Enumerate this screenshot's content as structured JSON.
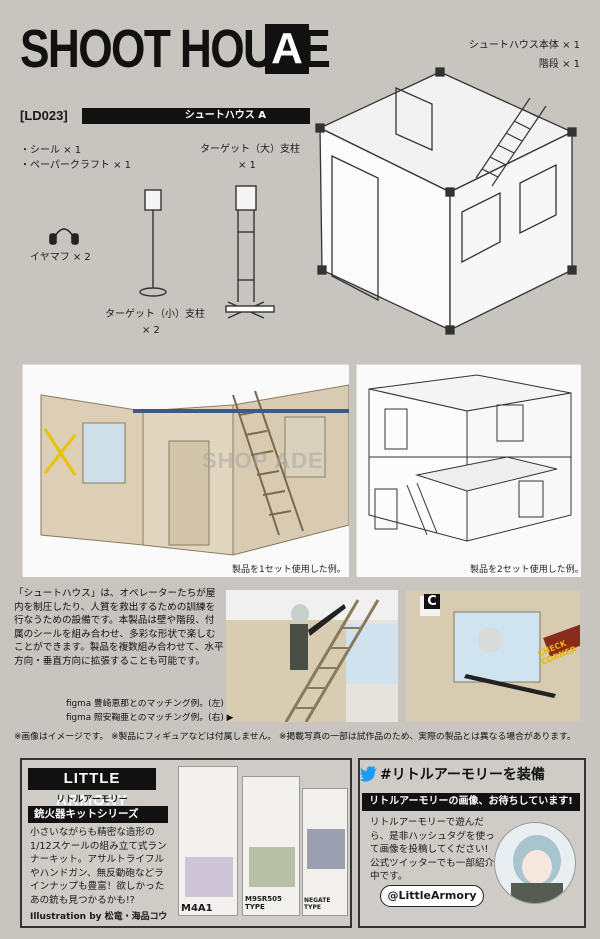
{
  "header": {
    "title": "SHOOT HOUSE",
    "title_letter": "A",
    "code": "[LD023]",
    "subtitle": "シュートハウス A"
  },
  "contents": {
    "body_line1": "シュートハウス本体 × 1",
    "body_line2": "階段 × 1",
    "seal": "・シール × 1",
    "paper": "・ペーパークラフト × 1",
    "target_large_line1": "ターゲット（大）支柱",
    "target_large_line2": "× 1",
    "earmuff": "イヤマフ × 2",
    "target_small_line1": "ターゲット（小）支柱",
    "target_small_line2": "× 2"
  },
  "examples": {
    "one_set": "製品を1セット使用した例。",
    "two_sets": "製品を2セット使用した例。"
  },
  "description": "「シュートハウス」は、オペレーターたちが屋内を制圧したり、人質を救出するための訓練を行なうための設備です。本製品は壁や階段、付属のシールを組み合わせ、多彩な形状で楽しむことができます。製品を複数組み合わせて、水平方向・垂直方向に拡張することも可能です。",
  "figma": {
    "left": "figma 豊崎恵那とのマッチング例。(左)",
    "right": "figma 照安鞠亜とのマッチング例。(右) ▶"
  },
  "notes": {
    "n1": "※画像はイメージです。 ※製品にフィギュアなどは付属しません。 ※掲載写真の一部は試作品のため、実際の製品とは異なる場合があります。"
  },
  "little_armory": {
    "logo": "LITTLE ARMORY",
    "logo_sub": "リトルアーモリー",
    "series": "銃火器キットシリーズ",
    "text": "小さいながらも精密な造形の1/12スケールの組み立て式ランナーキット。アサルトライフルやハンドガン、無反動砲などラインナップも豊富！欲しかったあの銃も見つかるかも!?",
    "illustration": "Illustration by 松竜・海品コウ",
    "box1": "M4A1",
    "box2": "M9SR505 TYPE",
    "box3": "NEGATE TYPE"
  },
  "twitter": {
    "heading": "#リトルアーモリーを装備",
    "bar": "リトルアーモリーの画像、お待ちしています!",
    "text": "リトルアーモリーで遊んだら、是非ハッシュタグを使って画像を投稿してください! 公式ツイッターでも一部紹介中です。",
    "handle": "@LittleArmory"
  },
  "signs": {
    "check_corner": "CHECK CORNER",
    "letter_c": "C",
    "watermark": "SHOP ADE"
  },
  "colors": {
    "background": "#c8c5c1",
    "panel": "#fafafa",
    "wood": "#d9cdb4",
    "dark": "#111111"
  }
}
